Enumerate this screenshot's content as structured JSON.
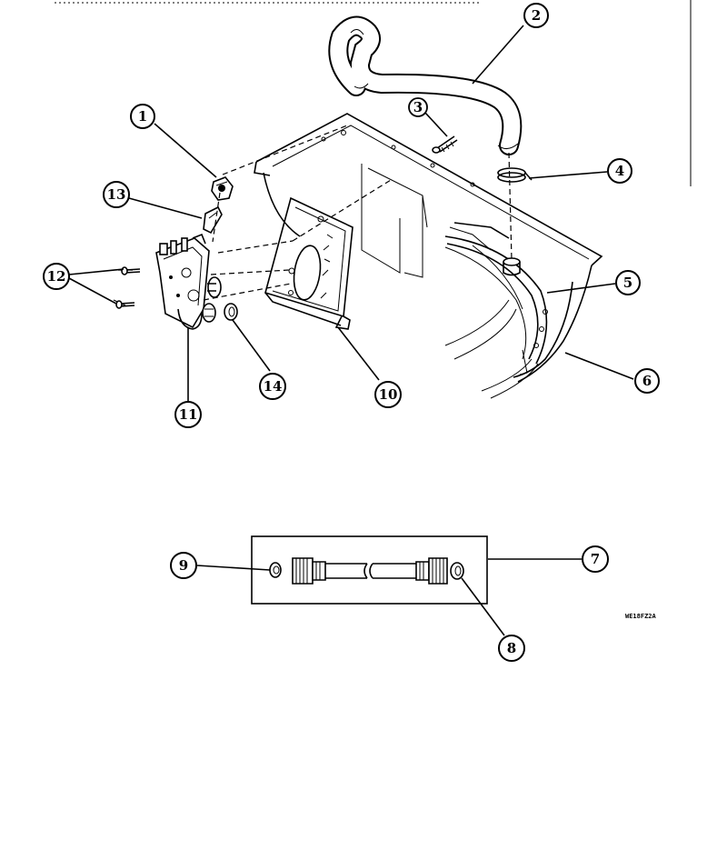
{
  "callouts": [
    {
      "id": "c1",
      "label": "1"
    },
    {
      "id": "c2",
      "label": "2"
    },
    {
      "id": "c3",
      "label": "3"
    },
    {
      "id": "c4",
      "label": "4"
    },
    {
      "id": "c5",
      "label": "5"
    },
    {
      "id": "c6",
      "label": "6"
    },
    {
      "id": "c7",
      "label": "7"
    },
    {
      "id": "c8",
      "label": "8"
    },
    {
      "id": "c9",
      "label": "9"
    },
    {
      "id": "c10",
      "label": "10"
    },
    {
      "id": "c11",
      "label": "11"
    },
    {
      "id": "c12",
      "label": "12"
    },
    {
      "id": "c13",
      "label": "13"
    },
    {
      "id": "c14",
      "label": "14"
    }
  ],
  "figure_code": "WE18FZ2A"
}
